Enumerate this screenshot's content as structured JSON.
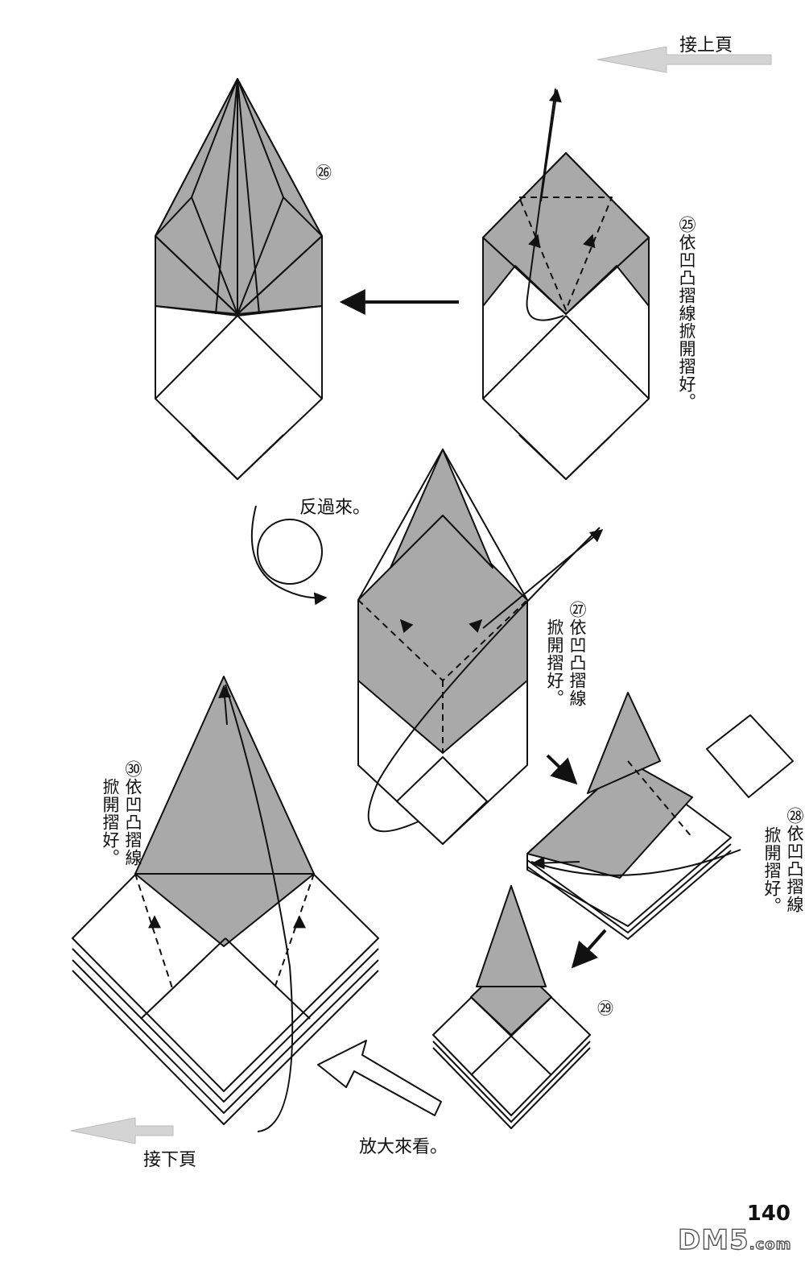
{
  "nav": {
    "prev_label": "接上頁",
    "next_label": "接下頁"
  },
  "steps": {
    "s25": "㉕依凹凸摺線掀開摺好。",
    "s27_a": "㉗依凹凸摺線",
    "s27_b": "掀開摺好。",
    "s28_a": "㉘依凹凸摺線",
    "s28_b": "掀開摺好。",
    "s30_a": "㉚依凹凸摺線",
    "s30_b": "掀開摺好。"
  },
  "markers": {
    "m26": "㉖",
    "m29": "㉙"
  },
  "notes": {
    "flip": "反過來。",
    "zoom": "放大來看。"
  },
  "page_number": "140",
  "watermark": "DM5.com",
  "colors": {
    "paper_shaded": "#a9a9a9",
    "paper_white": "#ffffff",
    "ink": "#111111",
    "nav_arrow": "#d4d4d4"
  }
}
